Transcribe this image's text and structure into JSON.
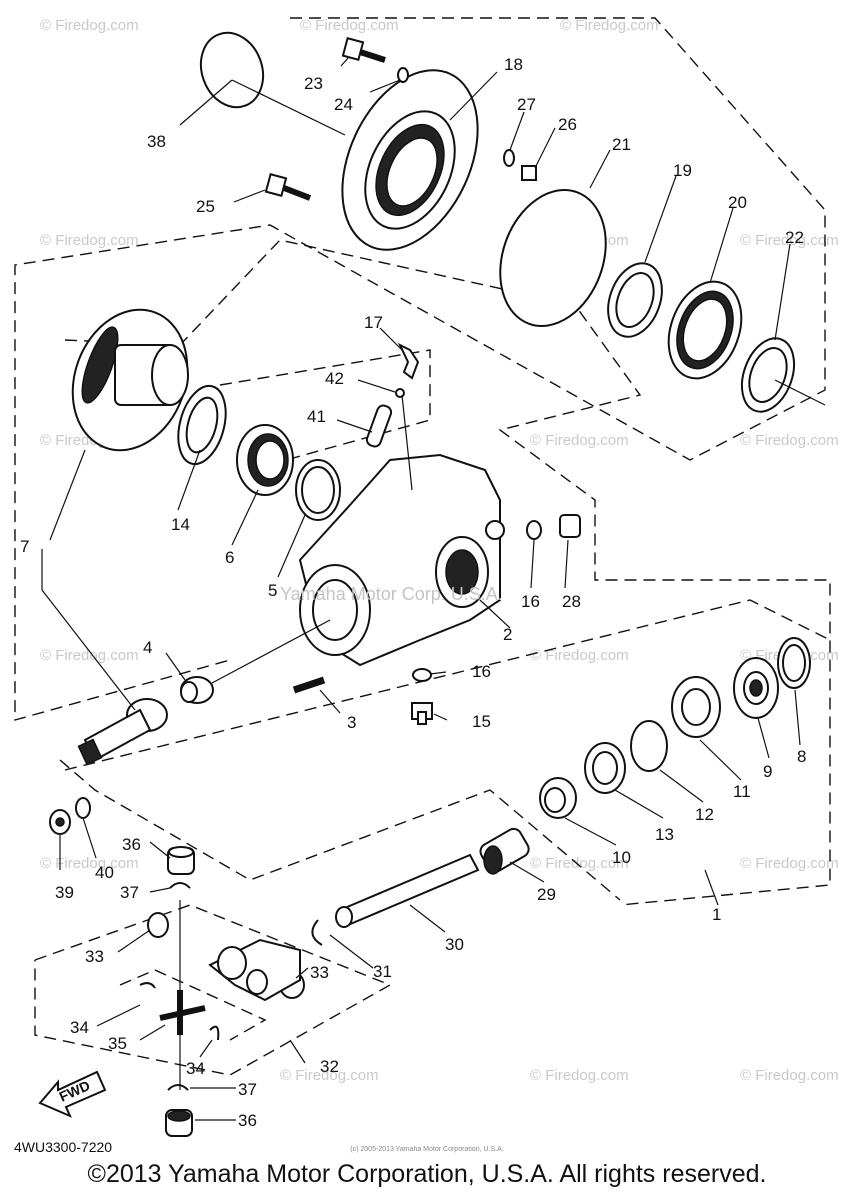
{
  "diagram": {
    "catalog_code": "4WU3300-7220",
    "copyright": "©2013 Yamaha Motor Corporation, U.S.A. All rights reserved.",
    "tiny_credit": "(c) 2005-2013 Yamaha Motor Corporation, U.S.A.",
    "center_watermark": "Yamaha Motor Corp. U.S.A.",
    "site_watermark": "© Firedog.com",
    "fwd_label": "FWD",
    "callouts": {
      "c1": "1",
      "c2": "2",
      "c3": "3",
      "c4": "4",
      "c5": "5",
      "c6": "6",
      "c7": "7",
      "c8": "8",
      "c9": "9",
      "c10": "10",
      "c11": "11",
      "c12": "12",
      "c13": "13",
      "c14": "14",
      "c15": "15",
      "c16a": "16",
      "c16b": "16",
      "c17": "17",
      "c18": "18",
      "c19": "19",
      "c20": "20",
      "c21": "21",
      "c22": "22",
      "c23": "23",
      "c24": "24",
      "c25": "25",
      "c26": "26",
      "c27": "27",
      "c28": "28",
      "c29": "29",
      "c30": "30",
      "c31": "31",
      "c32": "32",
      "c33a": "33",
      "c33b": "33",
      "c34a": "34",
      "c34b": "34",
      "c35": "35",
      "c36a": "36",
      "c36b": "36",
      "c37a": "37",
      "c37b": "37",
      "c38": "38",
      "c39": "39",
      "c40": "40",
      "c41": "41",
      "c42": "42"
    }
  }
}
